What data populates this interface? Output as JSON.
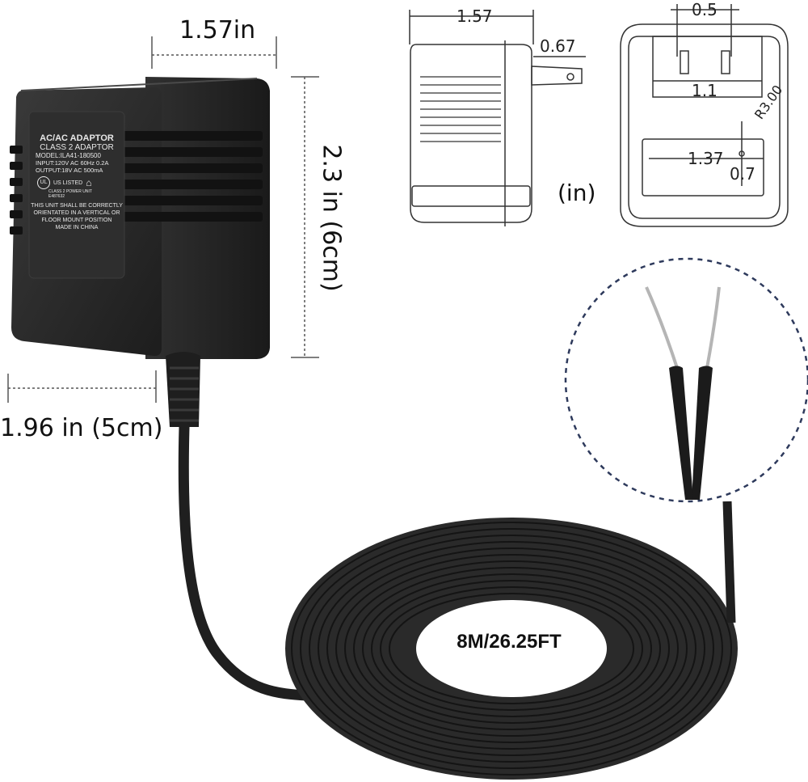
{
  "adapter_label": {
    "title": "AC/AC ADAPTOR",
    "subtitle": "CLASS 2 ADAPTOR",
    "model": "MODEL:ILA41-180500",
    "input": "INPUT:120V AC 60Hz 0.2A",
    "output": "OUTPUT:18V AC 500mA",
    "listing": "US LISTED",
    "listing_sub": "CLASS 2 POWER UNIT",
    "listing_code": "E487632",
    "warning_1": "THIS UNIT SHALL BE CORRECTLY",
    "warning_2": "ORIENTATED IN A VERTICAL OR",
    "warning_3": "FLOOR MOUNT POSITION",
    "origin": "MADE IN CHINA"
  },
  "dimensions": {
    "width": "1.57in",
    "height": "2.3 in (6cm)",
    "depth": "1.96 in (5cm)"
  },
  "side_drawing": {
    "width": "1.57",
    "prong": "0.67"
  },
  "front_drawing": {
    "prong_gap": "0.5",
    "prong_span": "1.1",
    "radius": "R3.00",
    "slot_width": "1.37",
    "slot_height": "0.7"
  },
  "unit_note": "(in)",
  "cord_length": "8M/26.25FT",
  "colors": {
    "adapter_body": "#2b2b2b",
    "cable": "#1f1f1f",
    "zoom_circle": "#2e3a5c"
  }
}
